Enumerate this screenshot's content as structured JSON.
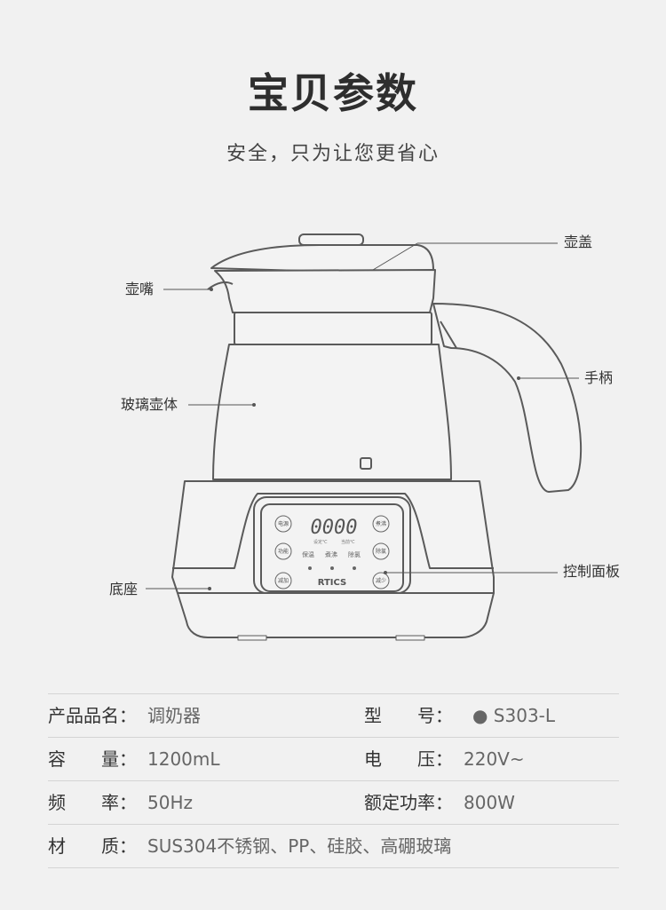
{
  "header": {
    "title": "宝贝参数",
    "subtitle": "安全，只为让您更省心"
  },
  "diagram": {
    "callouts": {
      "lid": "壶盖",
      "spout": "壶嘴",
      "handle": "手柄",
      "glass_body": "玻璃壶体",
      "control_panel": "控制面板",
      "base": "底座"
    },
    "panel": {
      "display": "0000",
      "brand": "RTICS",
      "buttons": [
        "电源",
        "功能",
        "减加",
        "煮沸",
        "除氯",
        "减少"
      ],
      "modes": [
        "保温",
        "煮沸",
        "除氯"
      ],
      "sub_labels": [
        "设定℃",
        "当前℃"
      ]
    }
  },
  "specs": {
    "rows": [
      {
        "label1": "产品品名：",
        "value1": "调奶器",
        "label2": "型　　号：",
        "value2": "● S303-L"
      },
      {
        "label1": "容　　量：",
        "value1": "1200mL",
        "label2": "电　　压：",
        "value2": "220V~"
      },
      {
        "label1": "频　　率：",
        "value1": "50Hz",
        "label2": "额定功率：",
        "value2": "800W"
      },
      {
        "label1": "材　　质：",
        "value1": "SUS304不锈钢、PP、硅胶、高硼玻璃",
        "label2": "",
        "value2": ""
      }
    ]
  }
}
